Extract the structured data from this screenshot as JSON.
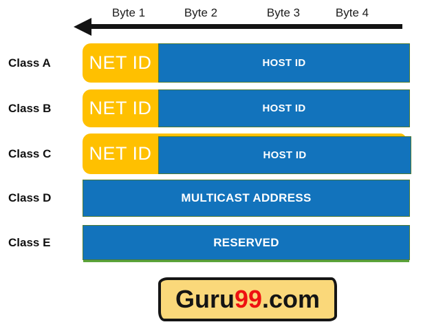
{
  "byte_labels": [
    "Byte 1",
    "Byte 2",
    "Byte 3",
    "Byte 4"
  ],
  "rows": [
    {
      "class_label": "Class A",
      "net_label": "NET ID",
      "host_label": "HOST ID"
    },
    {
      "class_label": "Class B",
      "net_label": "NET ID",
      "host_label": "HOST ID"
    },
    {
      "class_label": "Class C",
      "net_label": "NET ID",
      "host_label": "HOST ID"
    },
    {
      "class_label": "Class D",
      "full_label": "MULTICAST ADDRESS"
    },
    {
      "class_label": "Class E",
      "full_label": "RESERVED"
    }
  ],
  "logo": {
    "black_1": "Guru",
    "red": "99",
    "black_2": ".com"
  },
  "colors": {
    "net_id_fill": "#FFC000",
    "host_id_fill": "#1273BC",
    "box_border_green": "#4F7B31",
    "class_e_shadow_green": "#5BA43C",
    "arrow_black": "#131313",
    "logo_bg": "#FAD87A",
    "logo_red": "#EE1111",
    "text_white": "#FFFFFF",
    "label_black": "#111111"
  }
}
